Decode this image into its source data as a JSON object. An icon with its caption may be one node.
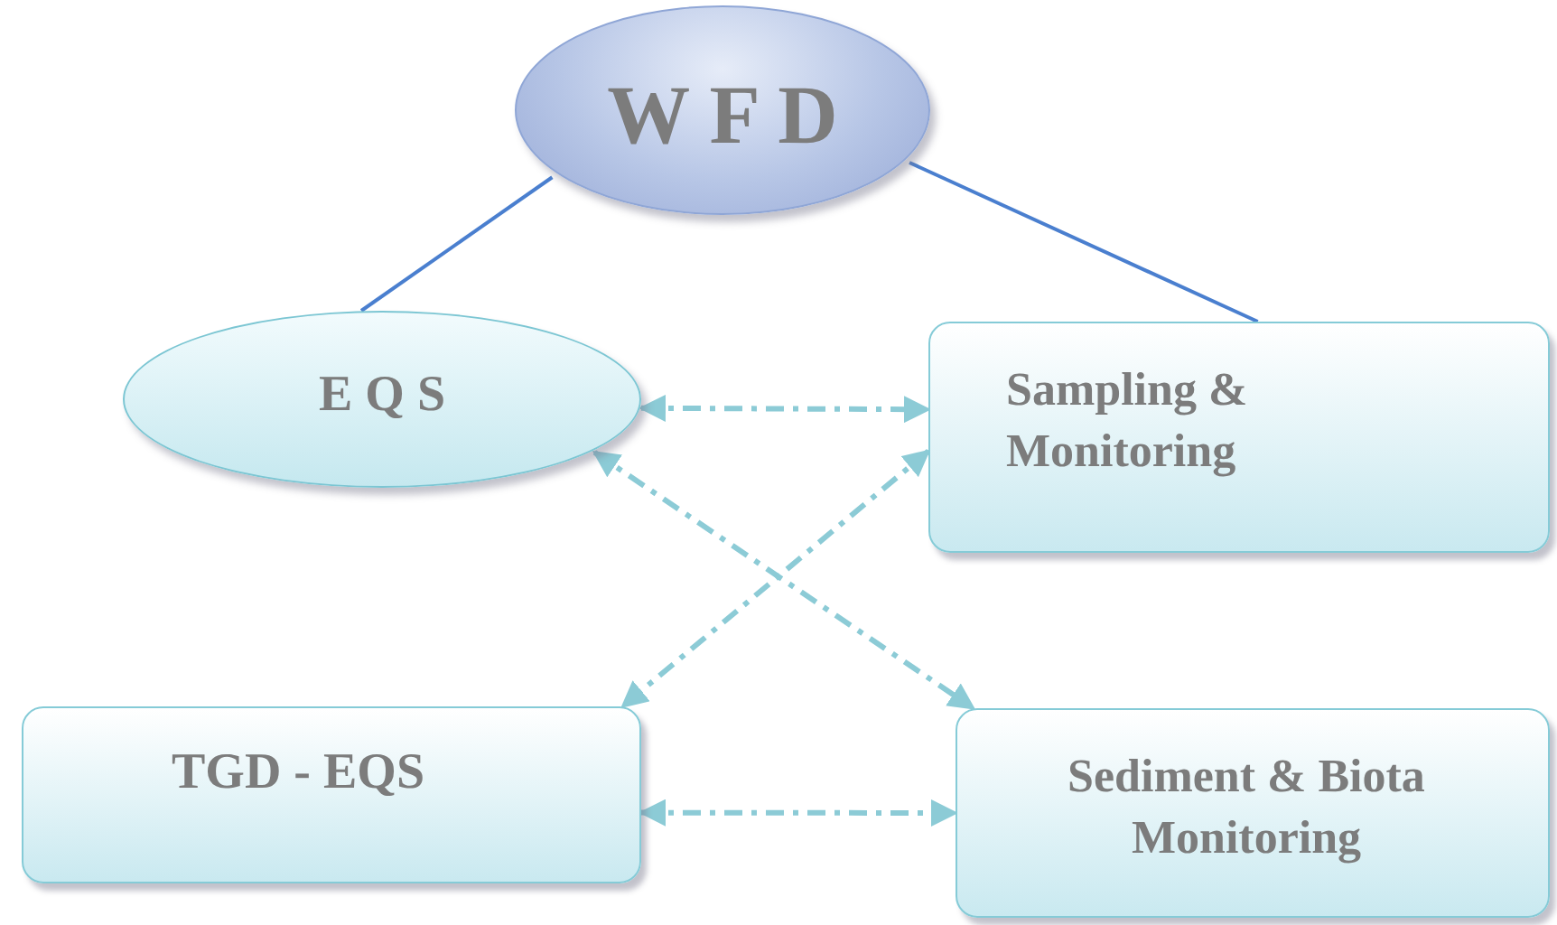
{
  "diagram": {
    "nodes": [
      {
        "text": [
          "W F D"
        ]
      },
      {
        "text": [
          "E Q S"
        ]
      },
      {
        "text": [
          "Sampling & Monitoring"
        ]
      },
      {
        "text": [
          "TGD - EQS"
        ]
      },
      {
        "text": [
          "Sediment & Biota Monitoring"
        ]
      }
    ],
    "edges": [
      {
        "from": 0,
        "to": 1,
        "arrow": "none",
        "color": "#4a7fcf"
      },
      {
        "from": 0,
        "to": 2,
        "arrow": "none",
        "color": "#4a7fcf"
      },
      {
        "from": 1,
        "to": 2,
        "arrow": "both",
        "style": "dashed"
      },
      {
        "from": 1,
        "to": 4,
        "arrow": "both",
        "style": "dashed"
      },
      {
        "from": 2,
        "to": 3,
        "arrow": "both",
        "style": "dashed"
      },
      {
        "from": 3,
        "to": 4,
        "arrow": "both",
        "style": "dashed"
      }
    ]
  }
}
